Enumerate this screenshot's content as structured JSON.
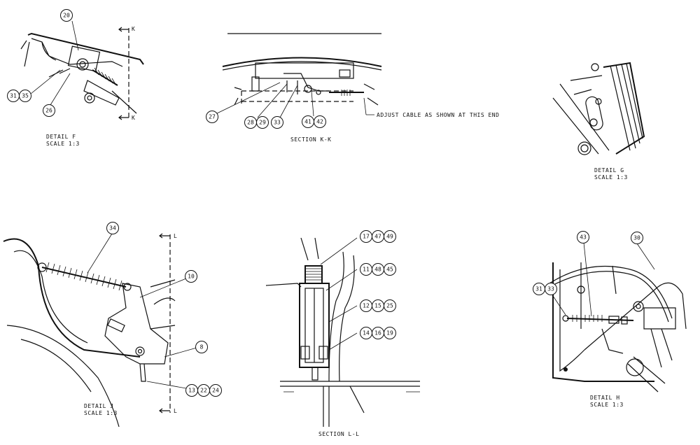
{
  "views": {
    "detail_f": {
      "title": "DETAIL  F",
      "scale": "SCALE  1:3",
      "section_marks": [
        "K",
        "K"
      ],
      "balloons": [
        "20",
        "31",
        "35",
        "26"
      ]
    },
    "section_kk": {
      "title": "SECTION  K-K",
      "note": "ADJUST CABLE AS SHOWN AT THIS END",
      "balloons": [
        "27",
        "28",
        "29",
        "33",
        "41",
        "42"
      ]
    },
    "detail_g": {
      "title": "DETAIL  G",
      "scale": "SCALE  1:3"
    },
    "detail_j": {
      "title": "DETAIL  J",
      "scale": "SCALE  1:3",
      "section_marks": [
        "L",
        "L"
      ],
      "balloons": [
        "34",
        "10",
        "8",
        "13",
        "22",
        "24"
      ]
    },
    "section_ll": {
      "title": "SECTION  L-L",
      "balloons": [
        "17",
        "47",
        "49",
        "11",
        "48",
        "45",
        "12",
        "15",
        "25",
        "14",
        "16",
        "19"
      ]
    },
    "detail_h": {
      "title": "DETAIL  H",
      "scale": "SCALE  1:3",
      "balloons": [
        "43",
        "30",
        "31",
        "33"
      ]
    }
  }
}
